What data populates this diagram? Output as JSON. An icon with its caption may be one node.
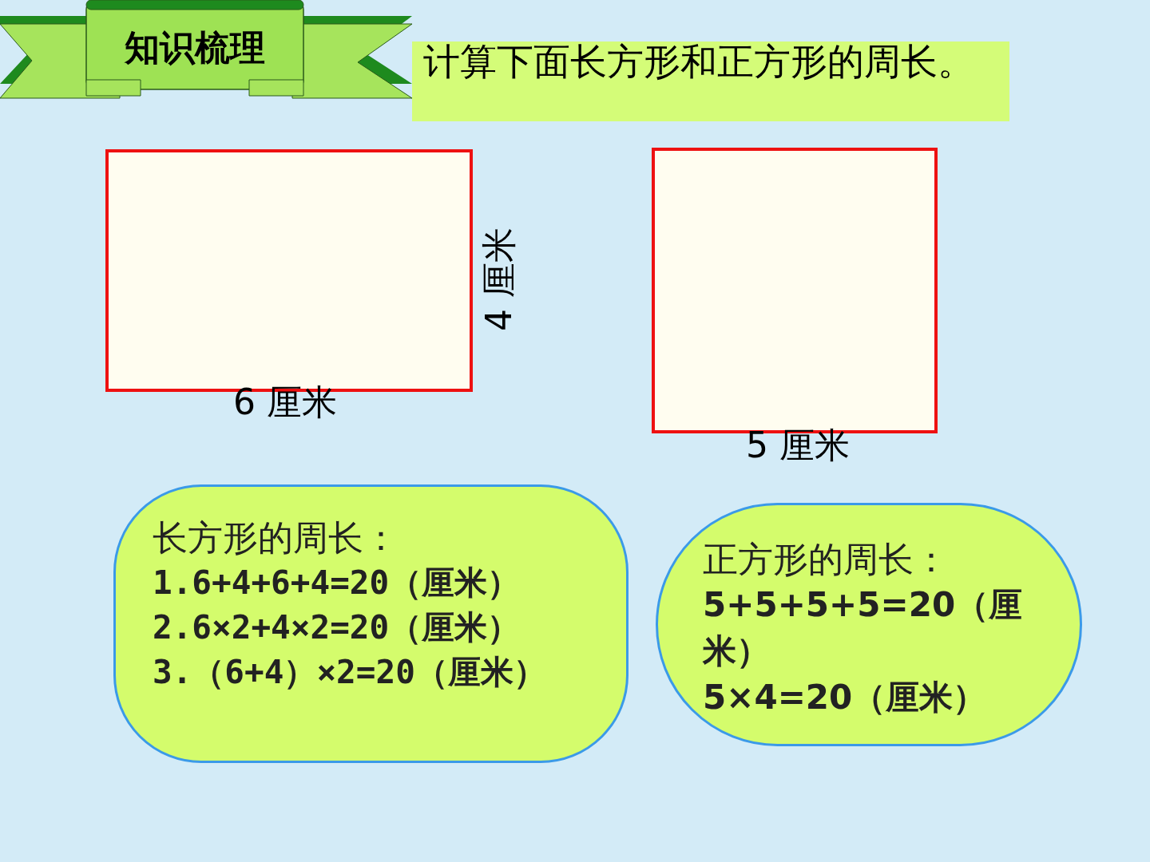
{
  "diagram": {
    "title": "计算下面长方形和正方形的周长。",
    "nodes": [
      {
        "text": [
          "知识梳理"
        ]
      },
      {
        "text": [],
        "shape": "box",
        "beside": [
          "4 厘米",
          "6 厘米"
        ]
      },
      {
        "text": [],
        "shape": "box",
        "beside": [
          "5 厘米"
        ]
      },
      {
        "text": [
          "长方形的周长：",
          "1.6+4+6+4=20（厘米）",
          "2.6×2+4×2=20（厘米）",
          "3.（6+4）×2=20（厘米）"
        ]
      },
      {
        "text": [
          "正方形的周长：",
          "5+5+5+5=20（厘米）",
          "5×4=20（厘米）"
        ]
      }
    ]
  }
}
